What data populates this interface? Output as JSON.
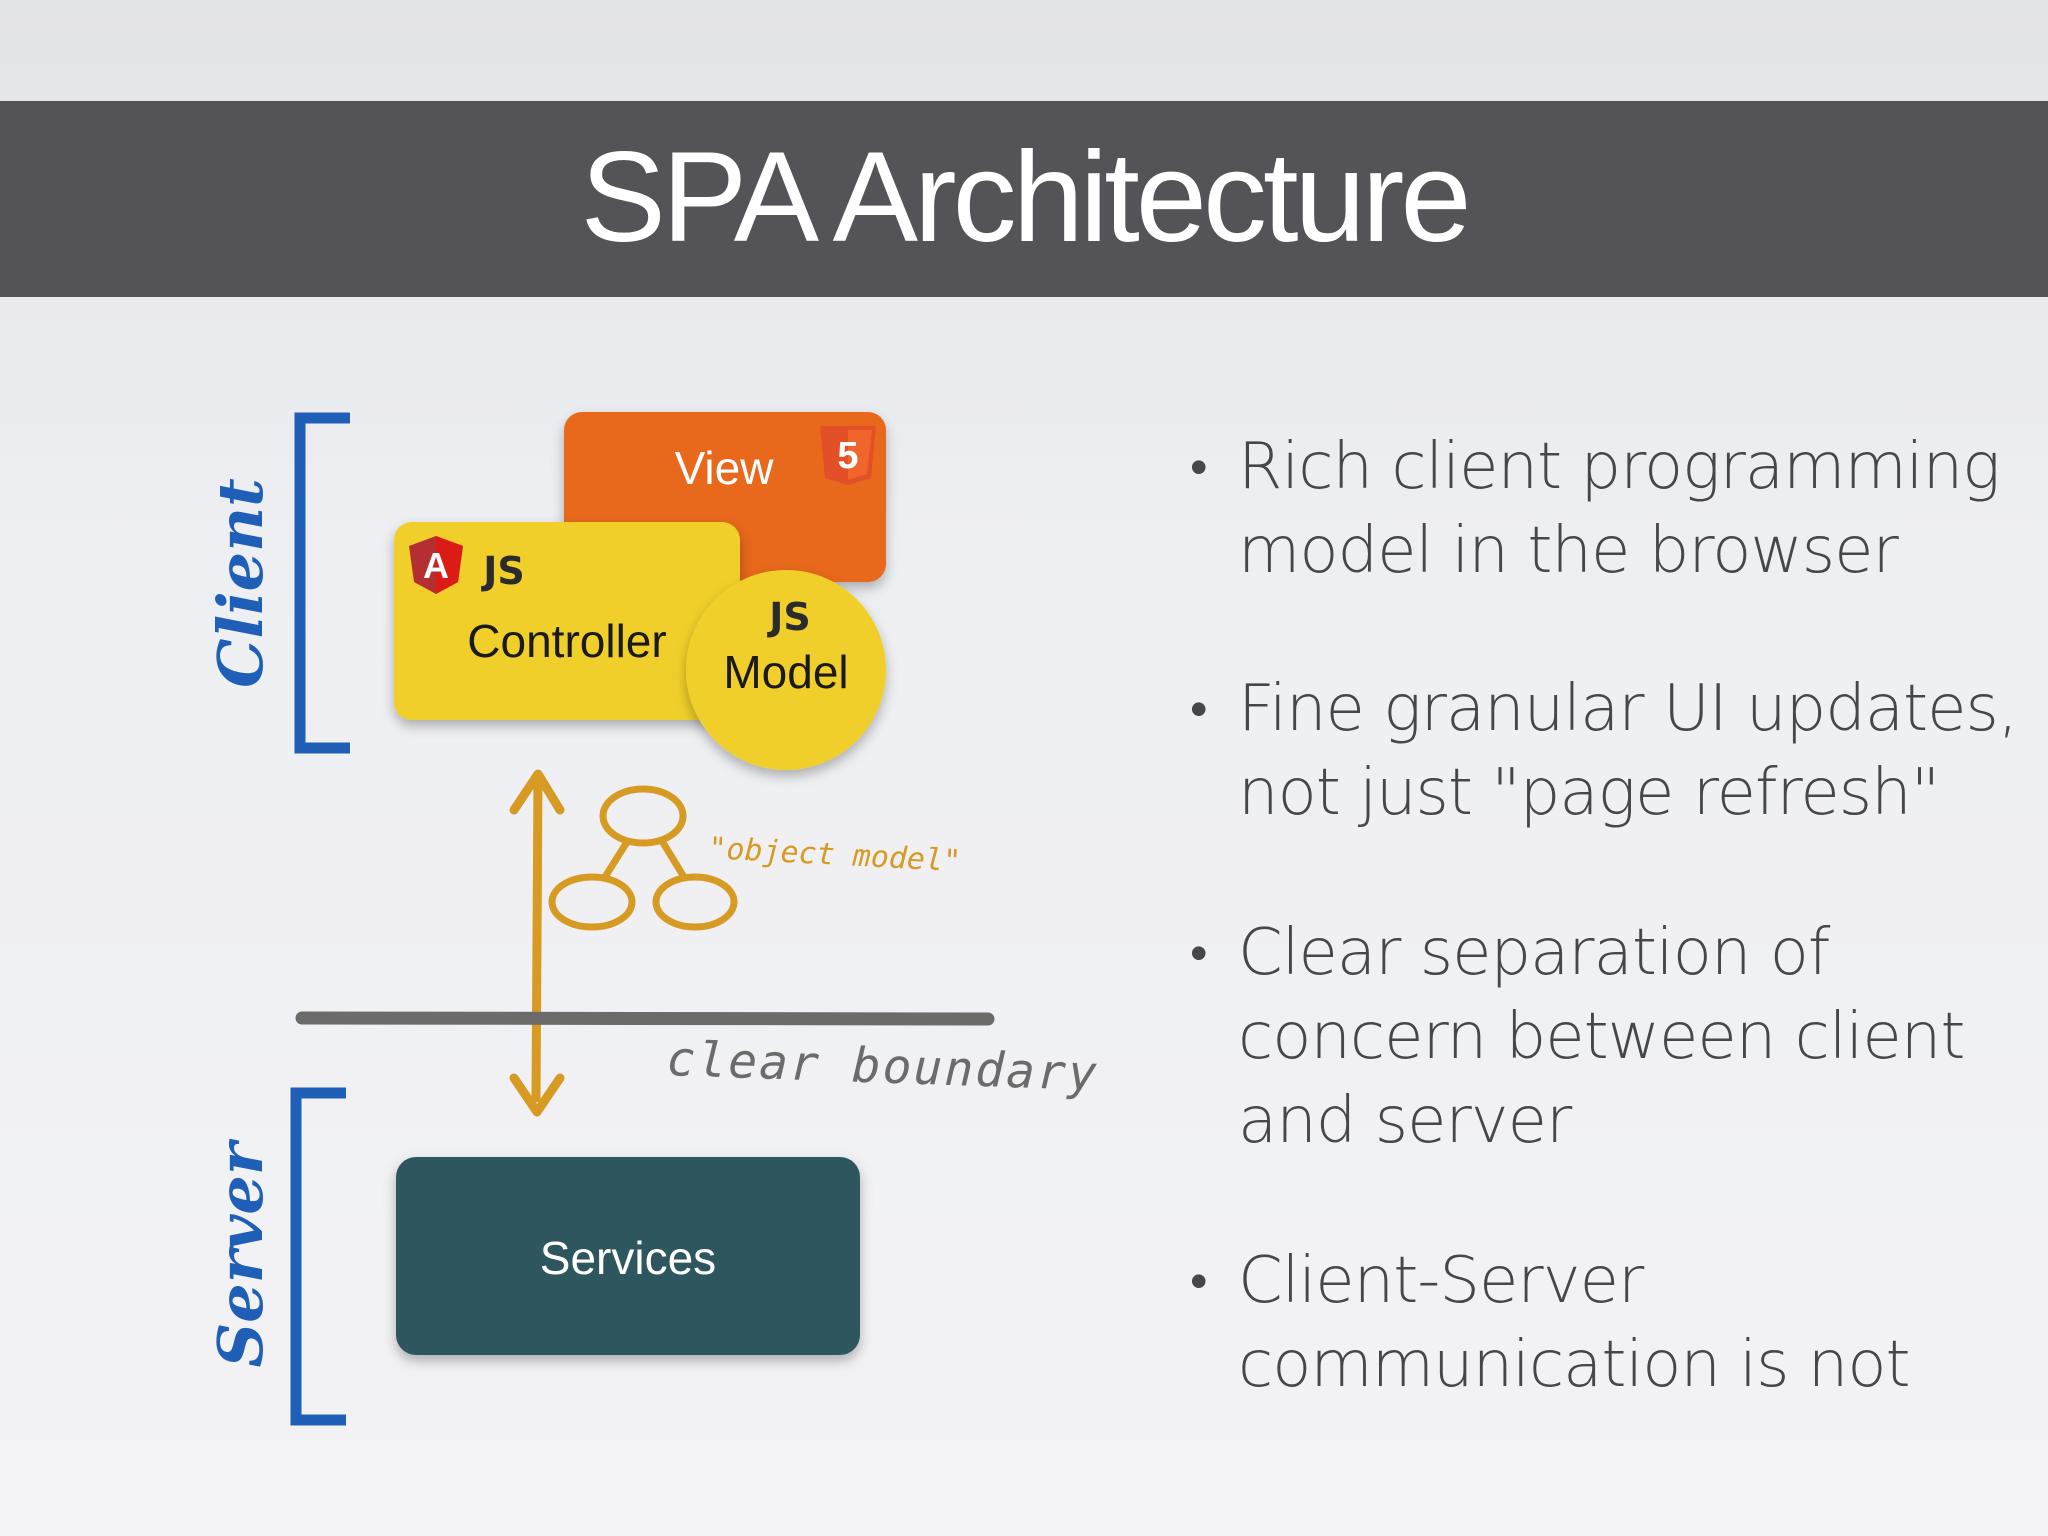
{
  "slide": {
    "title": "SPA Architecture"
  },
  "diagram": {
    "client_label": "Client",
    "server_label": "Server",
    "view_label": "View",
    "controller_label": "Controller",
    "model_label": "Model",
    "js_badge": "JS",
    "angular_badge": "A",
    "html5_badge": "5",
    "object_model_note": "\"object model\"",
    "boundary_label": "clear boundary",
    "services_label": "Services",
    "colors": {
      "bracket_blue": "#1f5fb8",
      "view_orange": "#e8671a",
      "controller_yellow": "#f1cf2c",
      "services_teal": "#2e575e",
      "annotation_orange": "#d79a23",
      "boundary_gray": "#6b6b6b"
    }
  },
  "bullets": [
    {
      "text": "Rich client programming model in the browser",
      "lines": [
        "Rich client programming",
        "model in the browser"
      ]
    },
    {
      "text": "Fine granular UI updates, not just \"page refresh\"",
      "lines": [
        "Fine granular UI updates,",
        "not just \"page refresh\""
      ]
    },
    {
      "text": "Clear separation of concern between client and server",
      "lines": [
        "Clear separation of",
        "concern between client",
        "and server"
      ]
    },
    {
      "text": "Client-Server communication is not",
      "lines": [
        "Client-Server",
        "communication is not"
      ]
    }
  ]
}
